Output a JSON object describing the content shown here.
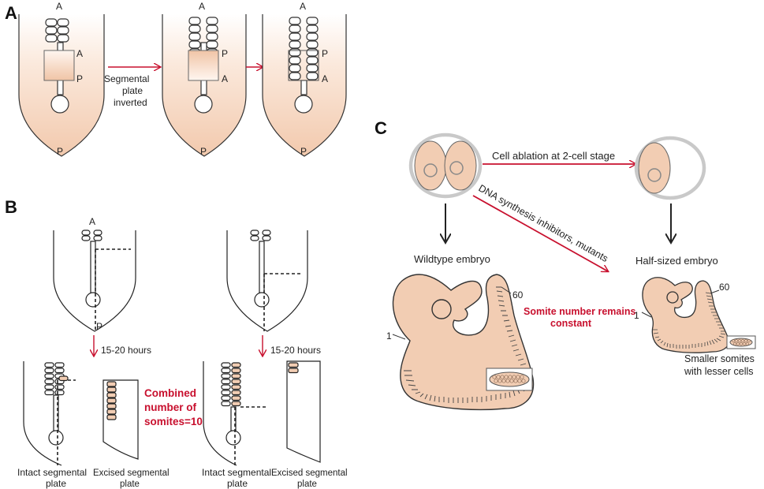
{
  "panels": {
    "a": "A",
    "b": "B",
    "c": "C"
  },
  "colors": {
    "tissue": "#f2cdb3",
    "fade": "#fbece2",
    "arrow_red": "#c8102e",
    "shell": "#c9c9c9",
    "line": "#222222"
  },
  "panel_a": {
    "ant": "A",
    "post": "P",
    "box_top_1": "A",
    "box_bottom_1": "P",
    "box_top_2": "P",
    "box_bottom_2": "A",
    "box_top_3": "P",
    "box_bottom_3": "A",
    "arrow_line1": "Segmental",
    "arrow_line2": "plate",
    "arrow_line3": "inverted"
  },
  "panel_b": {
    "ant": "A",
    "post": "P",
    "time": "15-20 hours",
    "combined_line1": "Combined",
    "combined_line2": "number of",
    "combined_line3": "somites=10",
    "intact_line1": "Intact segmental",
    "intact_line2": "plate",
    "excised_line1": "Excised segmental",
    "excised_line2": "plate"
  },
  "panel_c": {
    "ablation": "Cell ablation at 2-cell stage",
    "inhibitors": "DNA synthesis inhibitors, mutants",
    "wildtype": "Wildtype embryo",
    "halfsized": "Half-sized embryo",
    "constant_line1": "Somite number remains",
    "constant_line2": "constant",
    "n60": "60",
    "n1": "1",
    "smaller_line1": "Smaller somites",
    "smaller_line2": "with lesser cells"
  }
}
